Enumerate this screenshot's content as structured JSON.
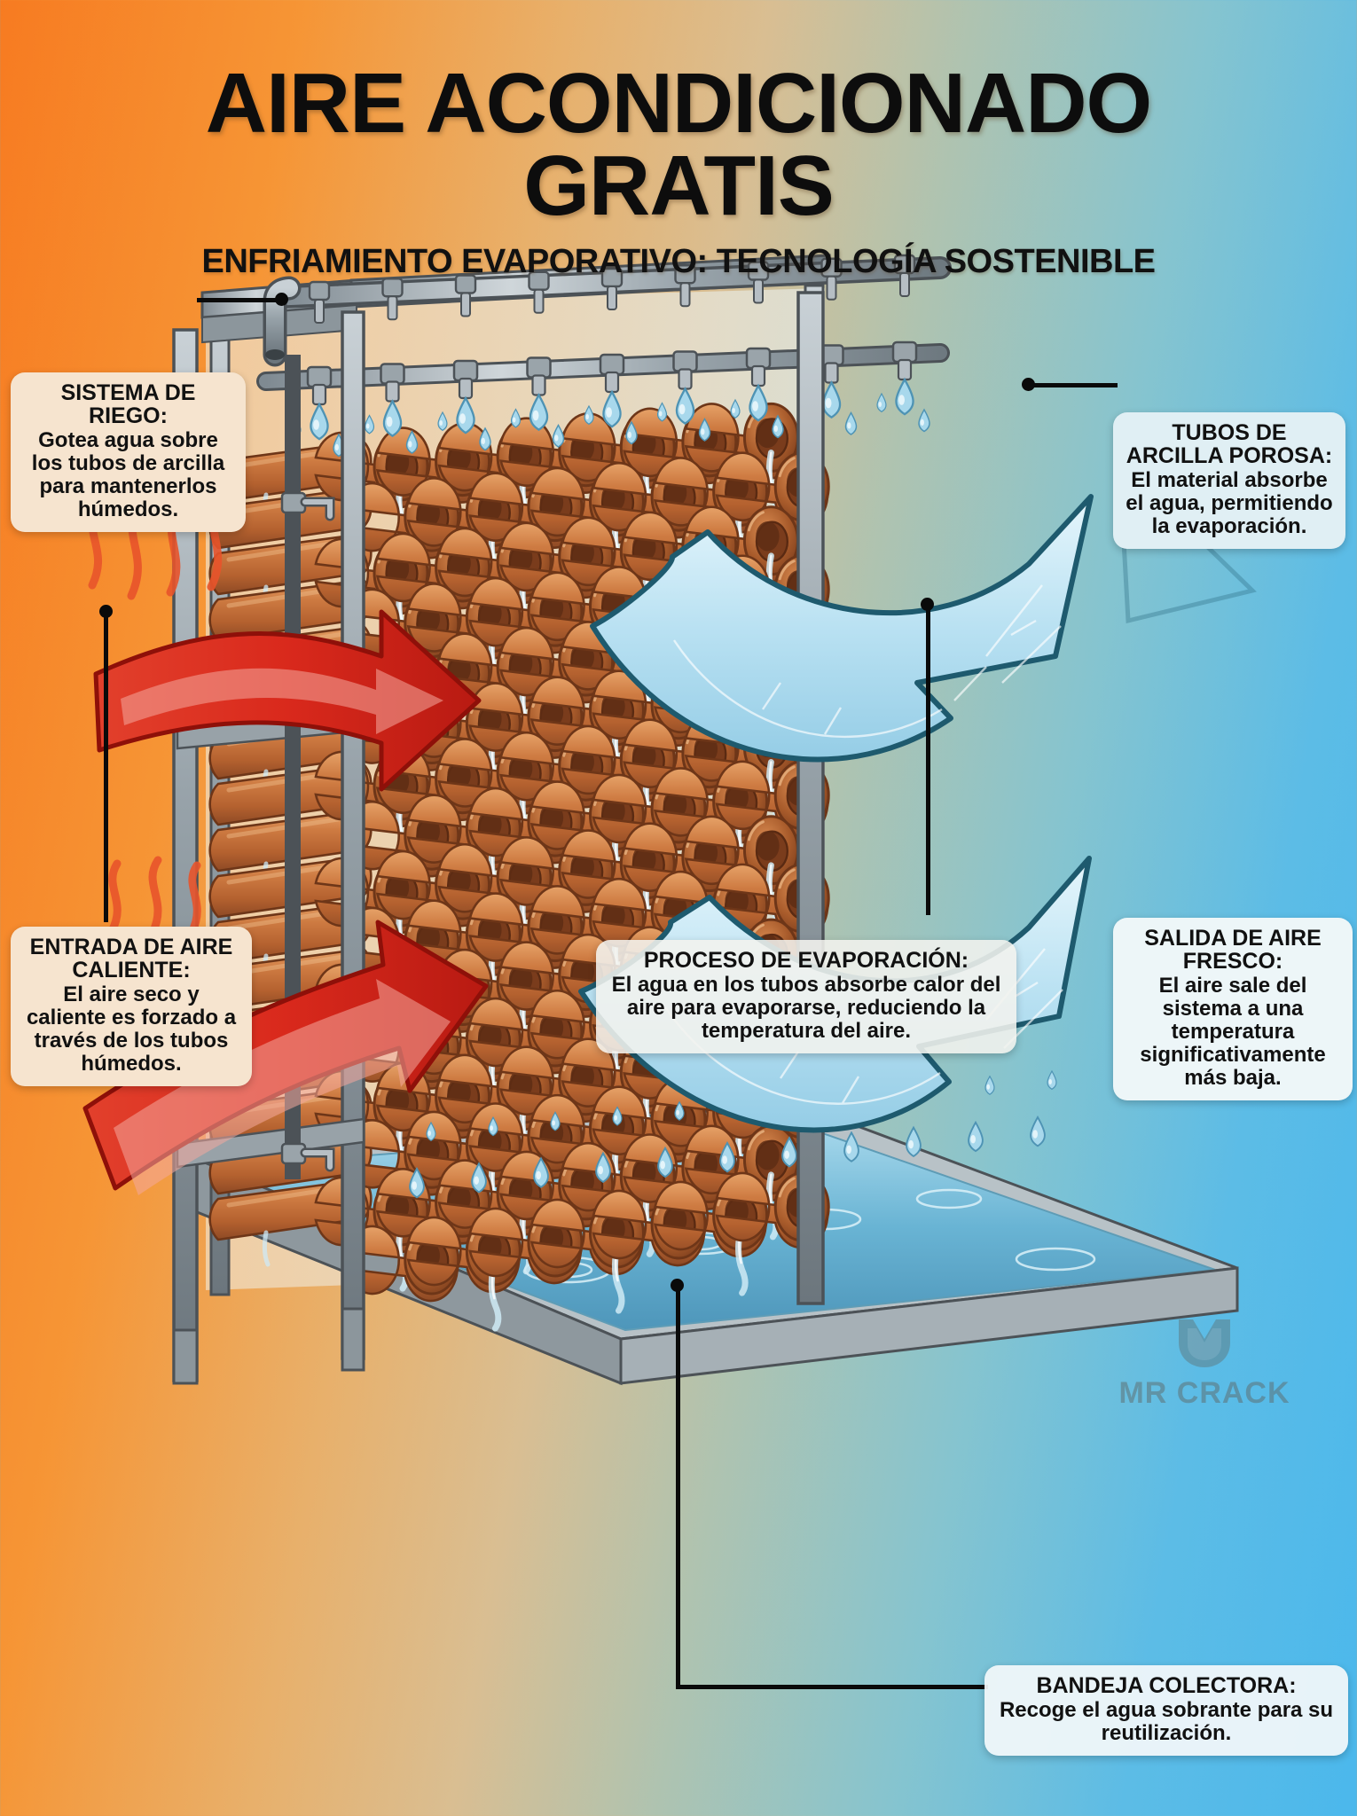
{
  "header": {
    "title_line1": "AIRE ACONDICIONADO",
    "title_line2": "GRATIS",
    "subtitle": "ENFRIAMIENTO EVAPORATIVO: TECNOLOGÍA SOSTENIBLE"
  },
  "callouts": {
    "riego": {
      "title": "SISTEMA DE RIEGO:",
      "body": "Gotea agua sobre los tubos de arcilla para mantenerlos húmedos."
    },
    "tubos": {
      "title": "TUBOS DE ARCILLA POROSA:",
      "body": "El material absorbe el agua, permitiendo la evaporación."
    },
    "entrada": {
      "title": "ENTRADA DE AIRE CALIENTE:",
      "body": "El aire seco y caliente es forzado a través de los tubos húmedos."
    },
    "proceso": {
      "title": "PROCESO DE EVAPORACIÓN:",
      "body": "El agua en los tubos absorbe calor del aire para evaporarse, reduciendo la temperatura del aire."
    },
    "salida": {
      "title": "SALIDA DE AIRE FRESCO:",
      "body": "El aire sale del sistema a una temperatura significativamente más baja."
    },
    "bandeja": {
      "title": "BANDEJA COLECTORA:",
      "body": "Recoge el agua sobrante para su reutilización."
    }
  },
  "watermark": {
    "text": "MR CRACK"
  },
  "colors": {
    "background_warm": "#F77B21",
    "background_cool": "#4BB8EC",
    "hot_arrow": "#D9291C",
    "hot_arrow_inner": "#F4A79C",
    "cool_arrow": "#BFE4F4",
    "cool_arrow_outline": "#1E5A6E",
    "clay": "#C2703E",
    "clay_light": "#E09B63",
    "metal": "#9AA4AA",
    "water": "#7FC4DE",
    "callout_warm": "#F6E4CF",
    "callout_cool": "#E0EFF4",
    "heat_wave": "#E8542B"
  },
  "illustration": {
    "name": "evaporative-cooling-rack",
    "parts": [
      "metal-frame",
      "irrigation-pipe-manifold",
      "drip-nozzles",
      "clay-tube-stack",
      "water-drops",
      "collector-tray",
      "standing-water",
      "hot-air-arrows",
      "cool-air-arrows",
      "heat-wave-squiggles"
    ]
  }
}
